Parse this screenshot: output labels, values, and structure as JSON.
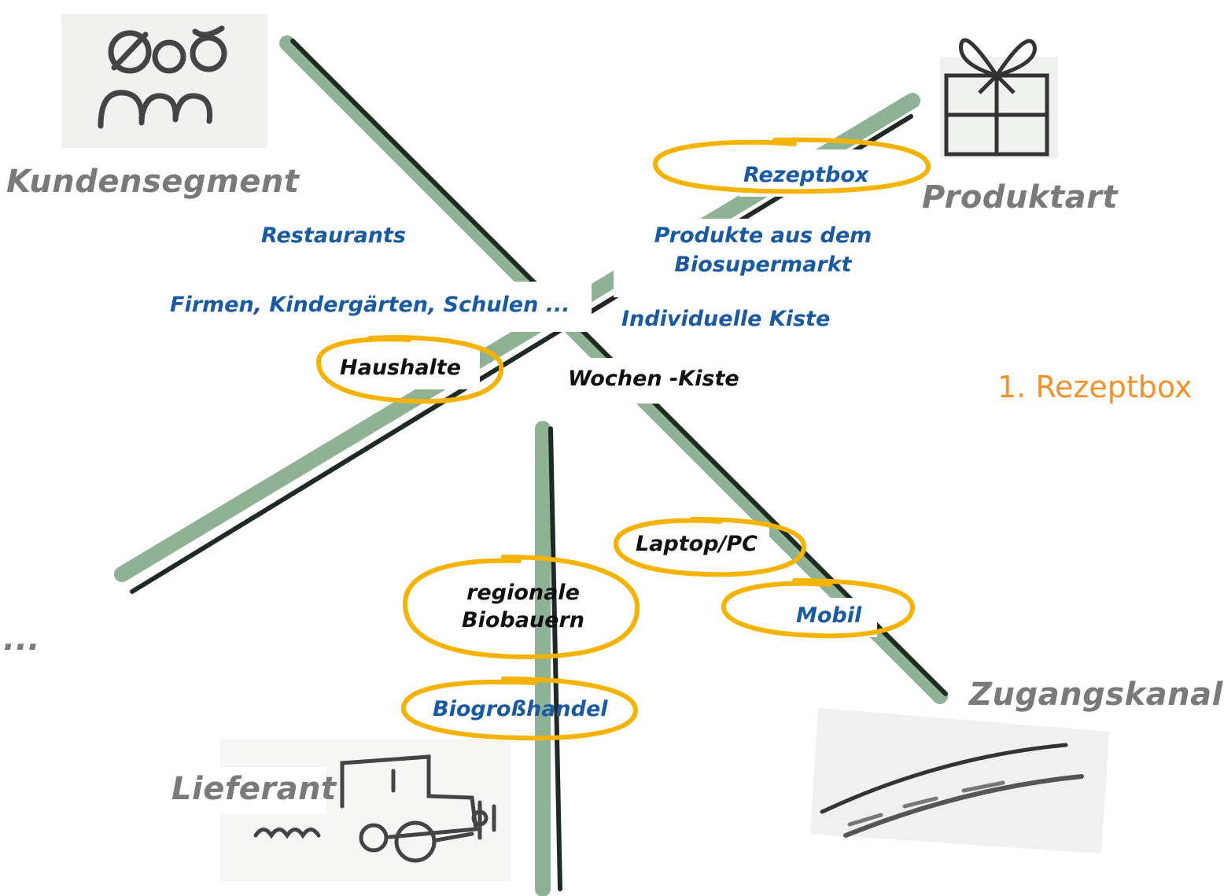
{
  "axes": {
    "kundensegment": "Kundensegment",
    "produktart": "Produktart",
    "zugangskanal": "Zugangskanal",
    "lieferant": "Lieferant",
    "ellipsis": "..."
  },
  "options": {
    "rezeptbox": "Rezeptbox",
    "restaurants": "Restaurants",
    "produkte_line1": "Produkte aus dem",
    "produkte_line2": "Biosupermarkt",
    "firmen": "Firmen, Kindergärten, Schulen ...",
    "individuelle_kiste": "Individuelle Kiste",
    "haushalte": "Haushalte",
    "wochen_kiste": "Wochen -Kiste",
    "laptop_pc": "Laptop/PC",
    "mobil": "Mobil",
    "regionale_line1": "regionale",
    "regionale_line2": "Biobauern",
    "biogrosshandel": "Biogroßhandel"
  },
  "result_label": "1. Rezeptbox",
  "colors": {
    "axis_green": "#8fb294",
    "axis_dark": "#1f2a22",
    "highlight": "#f5b300",
    "blue_text": "#1a5aa0",
    "axis_text": "#7a7a7a",
    "result_text": "#f3922c"
  }
}
